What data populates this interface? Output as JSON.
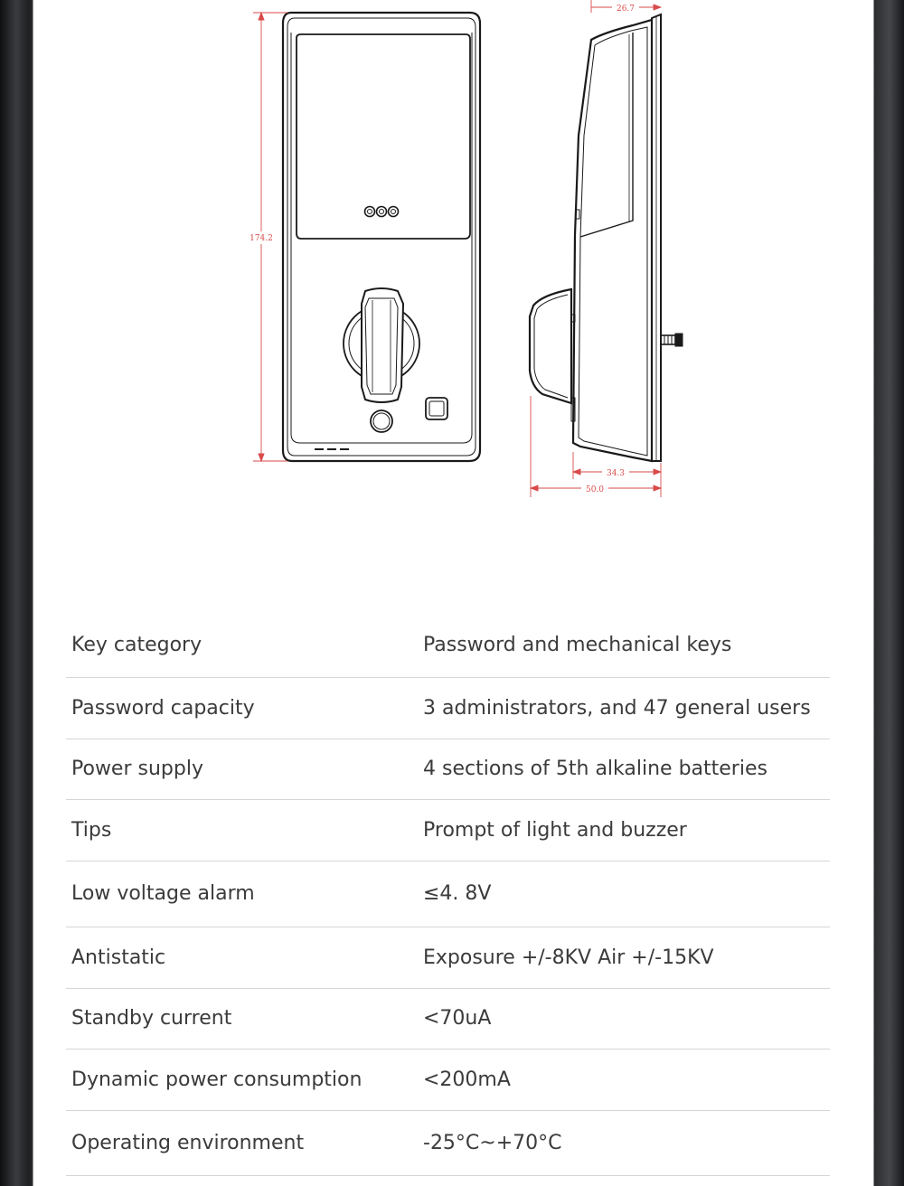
{
  "dimensions": {
    "height": "174.2",
    "depth_top": "26.7",
    "depth_body": "34.3",
    "depth_total": "50.0"
  },
  "specs": [
    {
      "label": "Key category",
      "value": "Password and mechanical keys"
    },
    {
      "label": "Password capacity",
      "value": "3 administrators, and 47 general users"
    },
    {
      "label": "Power supply",
      "value": "4 sections of 5th alkaline batteries"
    },
    {
      "label": "Tips",
      "value": "Prompt of light and buzzer"
    },
    {
      "label": "Low voltage alarm",
      "value": "≤4. 8V"
    },
    {
      "label": "Antistatic",
      "value": "Exposure +/-8KV Air +/-15KV"
    },
    {
      "label": "Standby current",
      "value": "<70uA"
    },
    {
      "label": "Dynamic power consumption",
      "value": "<200mA"
    },
    {
      "label": "Operating environment",
      "value": " -25°C~+70°C"
    }
  ],
  "colors": {
    "dimension_line": "#d94a4a",
    "outline": "#1a1a1a",
    "row_divider": "#d6d6d6",
    "text": "#3b3b3b"
  }
}
